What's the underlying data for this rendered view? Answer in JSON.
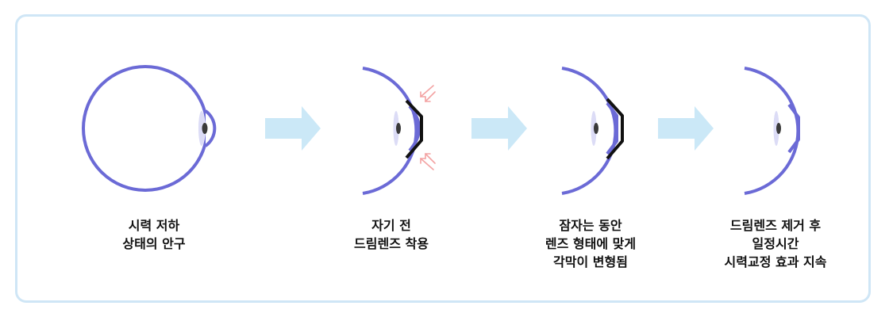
{
  "steps": [
    {
      "id": "step-1",
      "lines": [
        "시력 저하",
        "상태의 안구"
      ]
    },
    {
      "id": "step-2",
      "lines": [
        "자기 전",
        "드림렌즈 착용"
      ]
    },
    {
      "id": "step-3",
      "lines": [
        "잠자는 동안",
        "렌즈 형태에 맞게",
        "각막이 변형됨"
      ]
    },
    {
      "id": "step-4",
      "lines": [
        "드림렌즈 제거 후",
        "일정시간",
        "시력교정 효과 지속"
      ]
    }
  ],
  "colors": {
    "frame": "#cfe6f6",
    "eye_stroke": "#6b6ad6",
    "arrow_fill": "#cbe8f7",
    "pupil": "#3a3a3a",
    "iris": "#dcdcf6",
    "lens": "#111111",
    "pressure_arrows": "#f3a3a3",
    "text": "#111111"
  },
  "icons": [
    "eye-icon",
    "flow-arrow-icon",
    "dream-lens-icon",
    "pressure-arrow-icon"
  ]
}
